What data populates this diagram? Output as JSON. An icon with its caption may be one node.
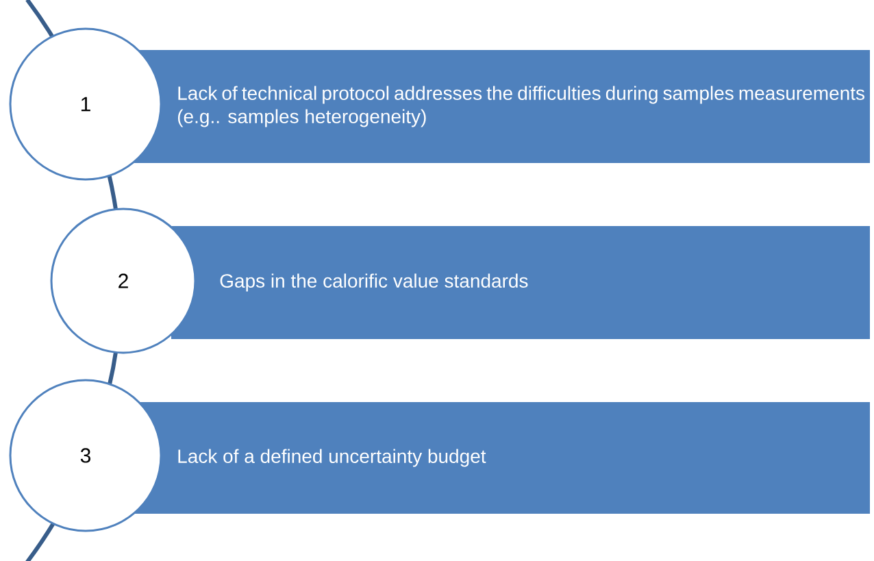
{
  "diagram": {
    "nodes": [
      {
        "text": [
          "1"
        ]
      },
      {
        "text": [
          "Lack of technical protocol addresses the difficulties during samples measurements (e.g.. samples heterogeneity)"
        ]
      },
      {
        "text": [
          "2"
        ]
      },
      {
        "text": [
          "Gaps in the calorific value standards"
        ]
      },
      {
        "text": [
          "3"
        ]
      },
      {
        "text": [
          "Lack of a defined uncertainty budget"
        ]
      }
    ]
  }
}
